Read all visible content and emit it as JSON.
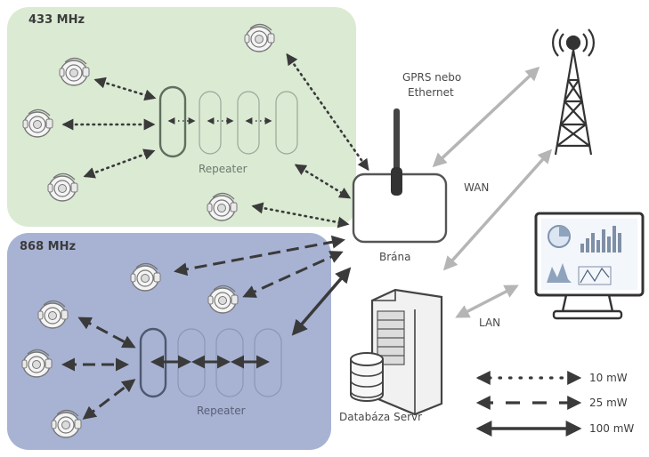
{
  "regions": {
    "band_433": "433 MHz",
    "band_868": "868 MHz"
  },
  "repeater_433": "Repeater",
  "repeater_868": "Repeater",
  "gateway": "Brána",
  "link_label": [
    "GPRS nebo",
    "Ethernet"
  ],
  "wan_label": "WAN",
  "lan_label": "LAN",
  "db_label": "Databáza Servr",
  "legend": [
    {
      "style": "dotted",
      "label": "10 mW"
    },
    {
      "style": "dashed",
      "label": "25 mW"
    },
    {
      "style": "solid",
      "label": "100 mW"
    }
  ],
  "colors": {
    "green_region": "#dbead3",
    "blue_region": "#a8b3d3",
    "line_dark": "#3a3a3a",
    "arrow_grey": "#b5b5b5",
    "chart_blue": "#2b6fb0"
  },
  "icons": [
    "meter-icon",
    "tower-icon",
    "monitor-icon",
    "server-icon",
    "database-icon",
    "antenna-icon"
  ]
}
